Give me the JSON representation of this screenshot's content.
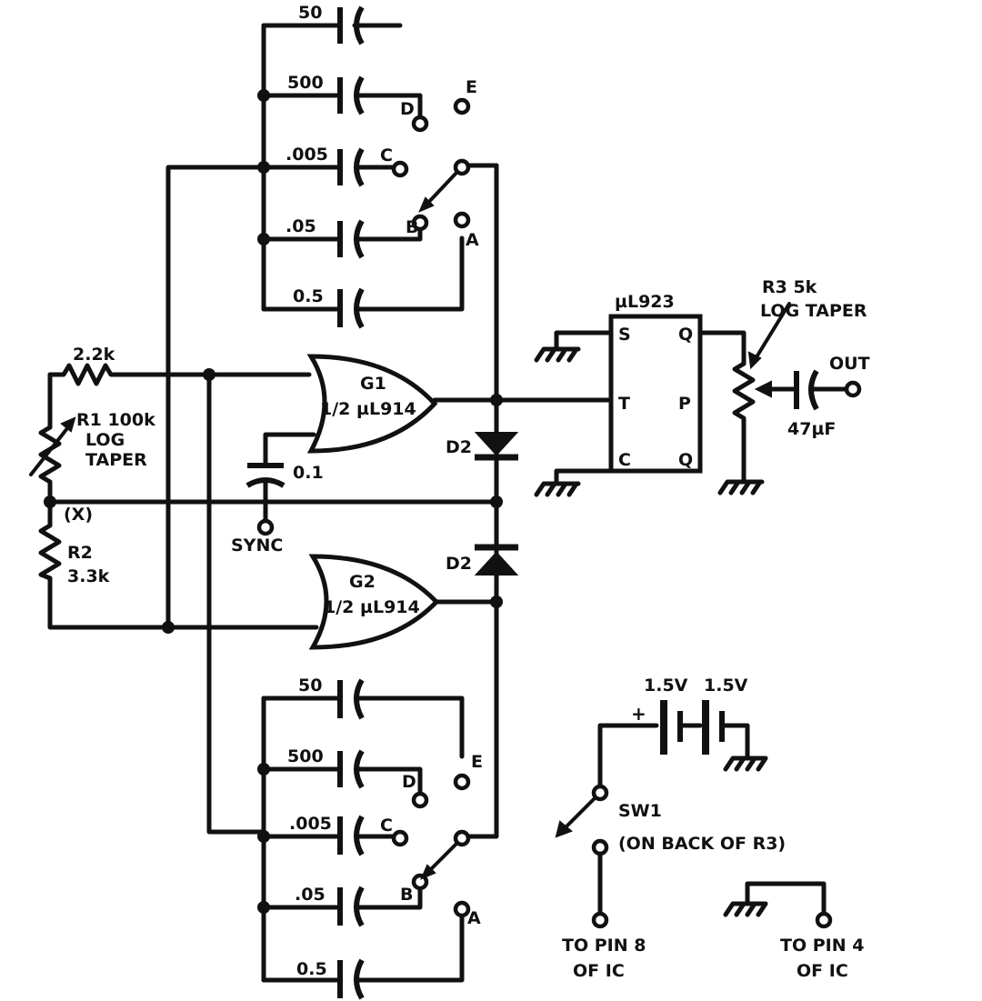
{
  "colors": {
    "ink": "#111111",
    "paper": "#ffffff"
  },
  "top_bank": {
    "caps": [
      "50",
      "500",
      ".005",
      ".05",
      "0.5"
    ],
    "switch_positions": [
      "E",
      "D",
      "C",
      "B",
      "A"
    ]
  },
  "bottom_bank": {
    "caps": [
      "50",
      "500",
      ".005",
      ".05",
      "0.5"
    ],
    "switch_positions": [
      "E",
      "D",
      "C",
      "B",
      "A"
    ]
  },
  "gates": {
    "g1": {
      "name": "G1",
      "part": "1/2 µL914"
    },
    "g2": {
      "name": "G2",
      "part": "1/2 µL914"
    }
  },
  "diodes": {
    "upper": "D2",
    "lower": "D2"
  },
  "resistors": {
    "r_top": "2.2k",
    "r1": {
      "name": "R1 100k",
      "line2": "LOG",
      "line3": "TAPER"
    },
    "r2": {
      "name": "R2",
      "value": "3.3k"
    },
    "node_x": "(X)"
  },
  "sync_cap": "0.1",
  "sync_label": "SYNC",
  "flipflop": {
    "part": "µL923",
    "pins": {
      "s": "S",
      "t": "T",
      "c": "C",
      "q": "Q",
      "p": "P",
      "qbar": "Q"
    }
  },
  "output": {
    "r3_line1": "R3 5k",
    "r3_line2": "LOG TAPER",
    "cap": "47µF",
    "out": "OUT"
  },
  "battery": {
    "cell1": "1.5V",
    "cell2": "1.5V",
    "plus": "+"
  },
  "switch": {
    "name": "SW1",
    "note": "(ON BACK OF R3)",
    "pin8_line1": "TO PIN 8",
    "pin8_line2": "OF IC",
    "pin4_line1": "TO PIN 4",
    "pin4_line2": "OF IC"
  }
}
